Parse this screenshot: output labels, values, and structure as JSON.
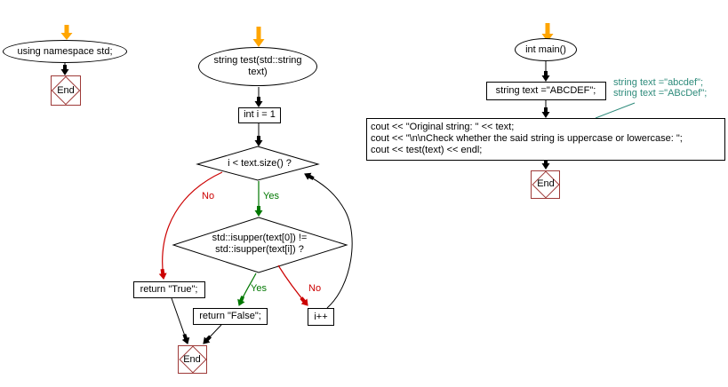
{
  "diagram": {
    "left": {
      "start": "using namespace std;",
      "end": "End"
    },
    "middle": {
      "start_line1": "string test(std::string",
      "start_line2": "text)",
      "init": "int i = 1",
      "loop_cond": "i < text.size() ?",
      "case_cond_line1": "std::isupper(text[0]) !=",
      "case_cond_line2": "std::isupper(text[i]) ?",
      "loop_yes": "Yes",
      "loop_no": "No",
      "case_yes": "Yes",
      "case_no": "No",
      "return_true": "return \"True\";",
      "return_false": "return \"False\";",
      "increment": "i++",
      "end": "End"
    },
    "right": {
      "start": "int main()",
      "declaration": "string text =\"ABCDEF\";",
      "annotation_line1": "string text =\"abcdef\";",
      "annotation_line2": "string text =\"ABcDef\";",
      "cout_line1": "cout << \"Original string: \" << text;",
      "cout_line2": "cout << \"\\n\\nCheck whether the said string is uppercase or lowercase: \";",
      "cout_line3": "cout << test(text) << endl;",
      "end": "End"
    },
    "colors": {
      "entry_arrow": "#FFA500",
      "yes_green": "#007700",
      "no_red": "#CC0000",
      "annotation_teal": "#2E8B7B",
      "end_border": "#9E3A38",
      "line": "#000000"
    }
  }
}
